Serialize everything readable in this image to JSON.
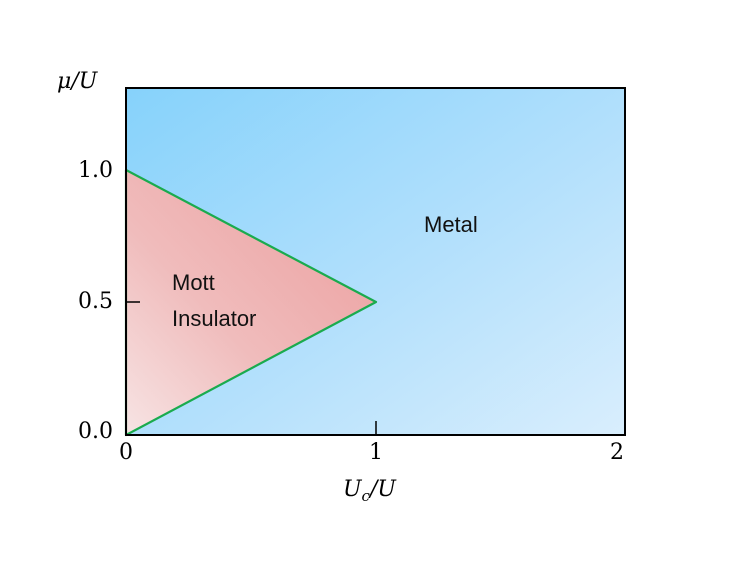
{
  "diagram": {
    "y_axis_label": "μ/U",
    "x_axis_label_main": "U",
    "x_axis_label_sub": "c",
    "x_axis_label_tail": "/U",
    "x_ticks": [
      "0",
      "1",
      "2"
    ],
    "y_ticks": [
      "0.0",
      "0.5",
      "1.0"
    ],
    "region_metal": "Metal",
    "region_mott_line1": "Mott",
    "region_mott_line2": "Insulator",
    "colors": {
      "metal_top_left": "#86d2fb",
      "metal_bottom_right": "#d9eefd",
      "mott_top": "#eea2a2",
      "mott_bottom_left": "#f6e0e0",
      "boundary": "#1aab4e",
      "frame": "#000000"
    }
  }
}
